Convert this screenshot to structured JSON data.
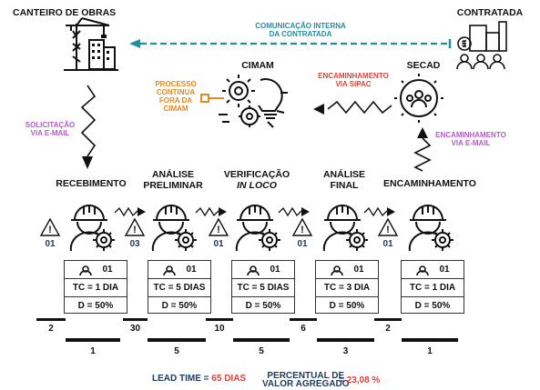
{
  "top": {
    "canteiro": "CANTEIRO DE OBRAS",
    "contratada": "CONTRATADA",
    "comunicacao": [
      "COMUNICAÇÃO INTERNA",
      "DA CONTRATADA"
    ],
    "cimam": "CIMAM",
    "secad": "SECAD",
    "processo": [
      "PROCESSO",
      "CONTINUA",
      "FORA DA",
      "CIMAM"
    ],
    "encaminhamento_sipac": [
      "ENCAMINHAMENTO",
      "VIA SIPAC"
    ],
    "solicitacao": [
      "SOLICITAÇÃO",
      "VIA E-MAIL"
    ],
    "encaminhamento_email": [
      "ENCAMINHAMENTO",
      "VIA E-MAIL"
    ]
  },
  "steps": [
    {
      "title": [
        "RECEBIMENTO"
      ],
      "italic": false,
      "ops": "01",
      "tc": "TC = 1 DIA",
      "d": "D = 50%",
      "time": "1"
    },
    {
      "title": [
        "ANÁLISE",
        "PRELIMINAR"
      ],
      "italic": false,
      "ops": "01",
      "tc": "TC = 5 DIAS",
      "d": "D = 50%",
      "time": "5"
    },
    {
      "title": [
        "VERIFICAÇÃO",
        "IN LOCO"
      ],
      "italic": true,
      "ops": "01",
      "tc": "TC = 5 DIAS",
      "d": "D = 50%",
      "time": "5"
    },
    {
      "title": [
        "ANÁLISE",
        "FINAL"
      ],
      "italic": false,
      "ops": "01",
      "tc": "TC = 3 DIA",
      "d": "D = 50%",
      "time": "3"
    },
    {
      "title": [
        "ENCAMINHAMENTO"
      ],
      "italic": false,
      "ops": "01",
      "tc": "TC = 1 DIA",
      "d": "D = 50%",
      "time": "1"
    }
  ],
  "inventory": [
    "01",
    "03",
    "01",
    "01",
    "01"
  ],
  "waits": [
    "2",
    "30",
    "10",
    "6",
    "2"
  ],
  "footer": {
    "lead_label": "LEAD TIME = ",
    "lead_value": "65 DIAS",
    "percent_label": [
      "PERCENTUAL DE",
      "VALOR AGREGADO"
    ],
    "percent_eq": " = ",
    "percent_value": "23,08 %"
  },
  "colors": {
    "teal": "#1f8fa0",
    "purple": "#b55cc9",
    "red": "#e0433a",
    "orange": "#e08a2a",
    "navy": "#1e3a5a"
  }
}
